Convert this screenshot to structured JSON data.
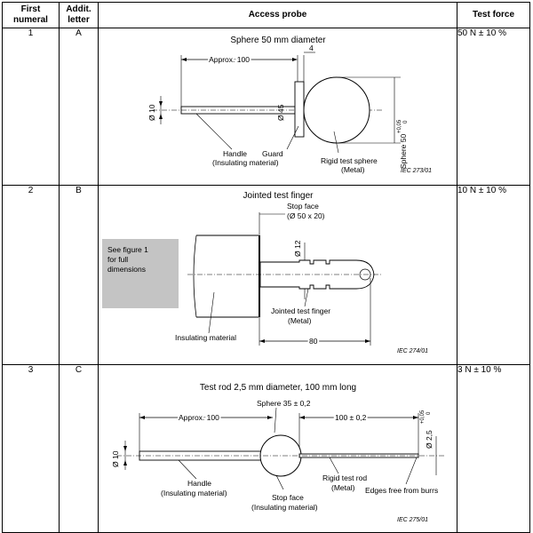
{
  "headers": {
    "first_numeral": [
      "First",
      "numeral"
    ],
    "addit_letter": [
      "Addit.",
      "letter"
    ],
    "access_probe": "Access probe",
    "test_force": "Test force"
  },
  "rows": [
    {
      "numeral": "1",
      "letter": "A",
      "force": "50 N ± 10 %",
      "title": "Sphere 50 mm diameter",
      "labels": {
        "approx": "Approx. 100",
        "four": "4",
        "dia45": "Ø 45",
        "dia10": "Ø 10",
        "sphere_dim": "Sphere 50",
        "tol_plus": "+0,05",
        "tol_zero": "0",
        "handle": "Handle",
        "insulating": "(Insulating material)",
        "guard": "Guard",
        "rigid": "Rigid test sphere",
        "metal": "(Metal)",
        "iec": "IEC   273/01"
      }
    },
    {
      "numeral": "2",
      "letter": "B",
      "force": "10 N ± 10 %",
      "title": "Jointed test finger",
      "labels": {
        "note1": "See figure 1",
        "note2": "for full",
        "note3": "dimensions",
        "stop_face": "Stop face",
        "stop_dim": "(Ø 50 x 20)",
        "dia12": "Ø 12",
        "jointed": "Jointed test finger",
        "metal": "(Metal)",
        "insulating": "Insulating material",
        "eighty": "80",
        "iec": "IEC   274/01"
      }
    },
    {
      "numeral": "3",
      "letter": "C",
      "force": "3 N ± 10 %",
      "title": "Test rod 2,5 mm diameter, 100 mm long",
      "labels": {
        "sphere35": "Sphere 35 ± 0,2",
        "approx": "Approx. 100",
        "hundred": "100 ± 0,2",
        "dia10": "Ø 10",
        "dia25": "Ø 2,5",
        "tol_plus": "+0,05",
        "tol_zero": "0",
        "handle": "Handle",
        "insulating": "(Insulating material)",
        "stop_face": "Stop face",
        "stop_mat": "(Insulating material)",
        "rigid": "Rigid test rod",
        "metal": "(Metal)",
        "edges": "Edges free from burrs",
        "iec": "IEC   275/01"
      }
    }
  ]
}
